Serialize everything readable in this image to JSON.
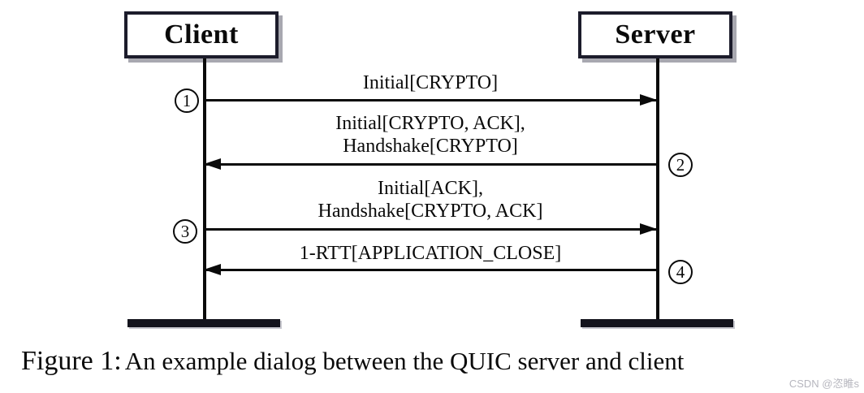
{
  "figure": {
    "type": "sequence-diagram",
    "actors": [
      {
        "label": "Client"
      },
      {
        "label": "Server"
      }
    ],
    "steps": [
      {
        "number": "1",
        "from": "Client",
        "to": "Server",
        "line1": "Initial[CRYPTO]"
      },
      {
        "number": "2",
        "from": "Server",
        "to": "Client",
        "line1": "Initial[CRYPTO, ACK],",
        "line2": "Handshake[CRYPTO]"
      },
      {
        "number": "3",
        "from": "Client",
        "to": "Server",
        "line1": "Initial[ACK],",
        "line2": "Handshake[CRYPTO, ACK]"
      },
      {
        "number": "4",
        "from": "Server",
        "to": "Client",
        "line1": "1-RTT[APPLICATION_CLOSE]"
      }
    ]
  },
  "caption": {
    "label": "Figure 1:",
    "text": "An example dialog between the QUIC server and client"
  },
  "watermark": "CSDN @恣睢s",
  "colors": {
    "line": "#0a0a0a",
    "box-border": "#1c1c2b",
    "shadow": "#a8a8b0",
    "endbar": "#14141d",
    "watermark": "#b6b6be"
  }
}
